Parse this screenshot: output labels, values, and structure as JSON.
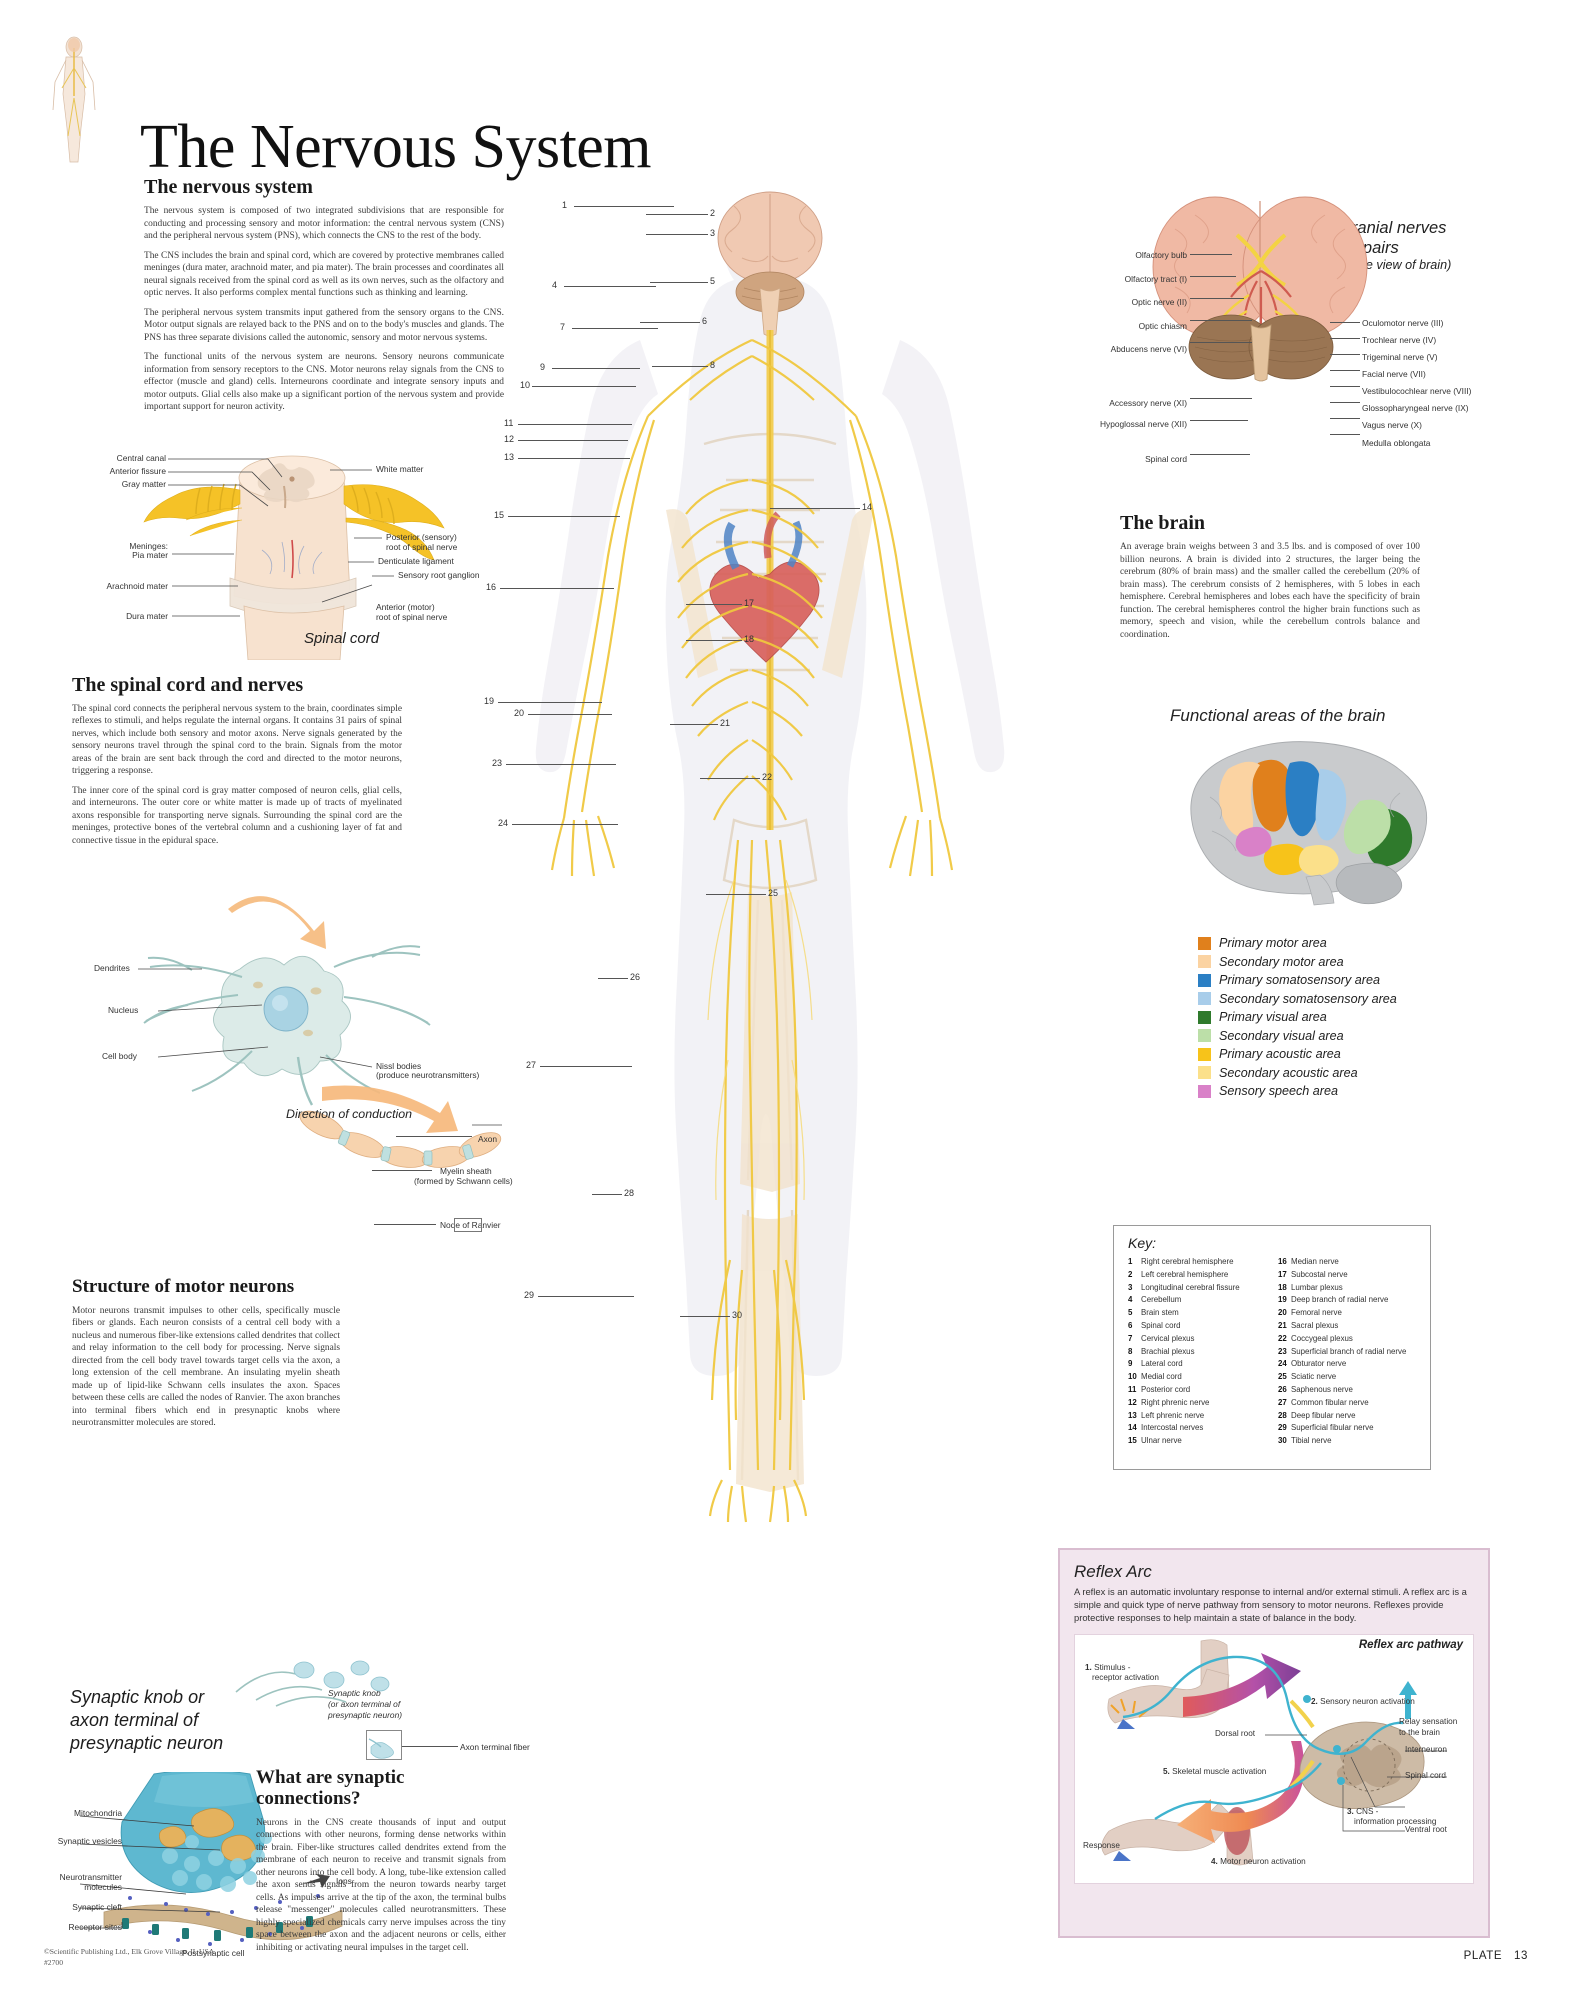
{
  "poster": {
    "title": "The Nervous System",
    "footer_credit": "©Scientific Publishing Ltd., Elk Grove Village, IL  USA",
    "footer_code": "#2700",
    "plate_label": "PLATE",
    "plate_number": "13"
  },
  "nervous_system": {
    "heading": "The nervous system",
    "p1": "The nervous system is composed of two integrated subdivisions that are responsible for conducting and processing sensory and motor information: the central nervous system (CNS) and the peripheral nervous system (PNS), which connects the CNS to the rest of the body.",
    "p2": "The CNS includes the brain and spinal cord, which are covered by protective membranes called meninges (dura mater, arachnoid mater, and pia mater). The brain processes and coordinates all neural signals received from the spinal cord as well as its own nerves, such as the olfactory and optic nerves. It also performs complex mental functions such as thinking and learning.",
    "p3": "The peripheral nervous system transmits input gathered from the sensory organs to the CNS. Motor output signals are relayed back to the PNS and on to the body's muscles and glands. The PNS has three separate divisions called the autonomic, sensory and motor nervous systems.",
    "p4": "The functional units of the nervous system are neurons. Sensory neurons communicate information from sensory receptors to the CNS. Motor neurons relay signals from the CNS to effector (muscle and gland) cells. Interneurons coordinate and integrate sensory inputs and motor outputs. Glial cells also make up a significant portion of the nervous system and provide important support for neuron activity."
  },
  "spinal_cord_figure": {
    "caption": "Spinal cord",
    "labels_left": [
      "Central canal",
      "Anterior fissure",
      "Gray matter",
      "Meninges:",
      "Pia mater",
      "Arachnoid mater",
      "Dura mater"
    ],
    "labels_right": [
      "White matter",
      "Posterior (sensory)",
      "root of spinal nerve",
      "Denticulate ligament",
      "Sensory root ganglion",
      "Anterior (motor)",
      "root of spinal nerve"
    ]
  },
  "spinal_cord_text": {
    "heading": "The spinal cord and nerves",
    "p1": "The spinal cord connects the peripheral nervous system to the brain, coordinates simple reflexes to stimuli, and helps regulate the internal organs. It contains 31 pairs of spinal nerves, which include both sensory and motor axons. Nerve signals generated by the sensory neurons travel through the spinal cord to the brain. Signals from the motor areas of the brain are sent back through the cord and directed to the motor neurons, triggering a response.",
    "p2": "The inner core of the spinal cord is gray matter composed of neuron cells, glial cells, and interneurons. The outer core or white matter is made up of tracts of myelinated axons responsible for transporting nerve signals. Surrounding the spinal cord are the meninges, protective bones of the vertebral column and a cushioning layer of fat and connective tissue in the epidural space."
  },
  "neuron_figure": {
    "labels": [
      "Dendrites",
      "Nucleus",
      "Cell body",
      "Nissl bodies",
      "(produce neurotransmitters)",
      "Axon",
      "Myelin sheath",
      "(formed by Schwann cells)",
      "Node of Ranvier"
    ],
    "direction_caption": "Direction of conduction"
  },
  "motor_neurons": {
    "heading": "Structure of motor neurons",
    "p1": "Motor neurons transmit impulses to other cells, specifically muscle fibers or glands. Each neuron consists of a central cell body with a nucleus and numerous fiber-like extensions called dendrites that collect and relay information to the cell body for processing. Nerve signals directed from the cell body travel towards target cells via the axon, a long extension of the cell membrane. An insulating myelin sheath made up of lipid-like Schwann cells insulates the axon. Spaces between these cells are called the nodes of Ranvier. The axon branches into terminal fibers which end in presynaptic knobs where neurotransmitter molecules are stored."
  },
  "synapse_figure": {
    "title_line1": "Synaptic knob or",
    "title_line2": "axon terminal of",
    "title_line3": "presynaptic neuron",
    "inset_line1": "Synaptic knob",
    "inset_line2": "(or axon terminal of",
    "inset_line3": "presynaptic neuron)",
    "axon_terminal_fiber": "Axon terminal fiber",
    "labels": [
      "Mitochondria",
      "Synaptic vesicles",
      "Neurotransmitter",
      "molecules",
      "Synaptic cleft",
      "Receptor sites",
      "Ions",
      "Postsynaptic cell"
    ]
  },
  "synaptic_connections": {
    "heading": "What are synaptic connections?",
    "p1": "Neurons in the CNS create thousands of input and output connections with other neurons, forming dense networks within the brain. Fiber-like structures called dendrites extend from the membrane of each neuron to receive and transmit signals from other neurons into the cell body. A long, tube-like extension called the axon sends signals from the neuron towards nearby target cells. As impulses arrive at the tip of the axon, the terminal bulbs release \"messenger\" molecules called neurotransmitters. These highly specialized chemicals carry nerve impulses across the tiny space between the axon and the adjacent neurons or cells, either inhibiting or activating neural impulses in the target cell."
  },
  "cranial_nerves": {
    "title_line1": "Cranial nerves",
    "title_line2": "12 pairs",
    "subtitle": "(Base view of brain)",
    "labels_left": [
      "Olfactory bulb",
      "Olfactory tract (I)",
      "Optic nerve (II)",
      "Optic chiasm",
      "Abducens nerve (VI)",
      "Accessory nerve (XI)",
      "Hypoglossal nerve (XII)",
      "Spinal cord"
    ],
    "labels_right": [
      "Oculomotor nerve (III)",
      "Trochlear nerve (IV)",
      "Trigeminal nerve (V)",
      "Facial nerve (VII)",
      "Vestibulocochlear nerve (VIII)",
      "Glossopharyngeal nerve (IX)",
      "Vagus nerve (X)",
      "Medulla oblongata"
    ]
  },
  "brain_text": {
    "heading": "The brain",
    "p1": "An average brain weighs between 3 and 3.5 lbs. and is composed of over 100 billion neurons. A brain is divided into 2 structures, the larger being the cerebrum (80% of brain mass) and the smaller called the cerebellum (20% of brain mass). The cerebrum consists of 2 hemispheres, with 5 lobes in each hemisphere. Cerebral hemispheres and lobes each have the specificity of brain function. The cerebral hemispheres control the higher brain functions such as memory, speech and vision, while the cerebellum controls balance and coordination."
  },
  "functional_areas": {
    "heading": "Functional areas of the brain",
    "legend": [
      {
        "label": "Primary motor area",
        "color": "#e0801c"
      },
      {
        "label": "Secondary motor area",
        "color": "#fbd3a2"
      },
      {
        "label": "Primary somatosensory area",
        "color": "#2b7fc4"
      },
      {
        "label": "Secondary somatosensory area",
        "color": "#a8cdea"
      },
      {
        "label": "Primary visual area",
        "color": "#2f7a2c"
      },
      {
        "label": "Secondary visual area",
        "color": "#bcdfa8"
      },
      {
        "label": "Primary acoustic area",
        "color": "#f7c31a"
      },
      {
        "label": "Secondary acoustic area",
        "color": "#fbe08a"
      },
      {
        "label": "Sensory speech area",
        "color": "#d981c8"
      }
    ]
  },
  "key": {
    "title": "Key:",
    "column_a": [
      {
        "n": "1",
        "label": "Right cerebral hemisphere"
      },
      {
        "n": "2",
        "label": "Left cerebral hemisphere"
      },
      {
        "n": "3",
        "label": "Longitudinal cerebral fissure"
      },
      {
        "n": "4",
        "label": "Cerebellum"
      },
      {
        "n": "5",
        "label": "Brain stem"
      },
      {
        "n": "6",
        "label": "Spinal cord"
      },
      {
        "n": "7",
        "label": "Cervical plexus"
      },
      {
        "n": "8",
        "label": "Brachial plexus"
      },
      {
        "n": "9",
        "label": "Lateral cord"
      },
      {
        "n": "10",
        "label": "Medial cord"
      },
      {
        "n": "11",
        "label": "Posterior cord"
      },
      {
        "n": "12",
        "label": "Right phrenic nerve"
      },
      {
        "n": "13",
        "label": "Left phrenic nerve"
      },
      {
        "n": "14",
        "label": "Intercostal nerves"
      },
      {
        "n": "15",
        "label": "Ulnar nerve"
      }
    ],
    "column_b": [
      {
        "n": "16",
        "label": "Median nerve"
      },
      {
        "n": "17",
        "label": "Subcostal nerve"
      },
      {
        "n": "18",
        "label": "Lumbar plexus"
      },
      {
        "n": "19",
        "label": "Deep branch of radial nerve"
      },
      {
        "n": "20",
        "label": "Femoral nerve"
      },
      {
        "n": "21",
        "label": "Sacral plexus"
      },
      {
        "n": "22",
        "label": "Coccygeal plexus"
      },
      {
        "n": "23",
        "label": "Superficial branch of radial nerve"
      },
      {
        "n": "24",
        "label": "Obturator nerve"
      },
      {
        "n": "25",
        "label": "Sciatic nerve"
      },
      {
        "n": "26",
        "label": "Saphenous nerve"
      },
      {
        "n": "27",
        "label": "Common fibular nerve"
      },
      {
        "n": "28",
        "label": "Deep fibular nerve"
      },
      {
        "n": "29",
        "label": "Superficial fibular nerve"
      },
      {
        "n": "30",
        "label": "Tibial nerve"
      }
    ]
  },
  "body_callouts": {
    "left": [
      "1",
      "4",
      "7",
      "9",
      "10",
      "11",
      "12",
      "13",
      "15",
      "16",
      "19",
      "20",
      "23",
      "24",
      "27",
      "29"
    ],
    "right": [
      "2",
      "3",
      "5",
      "6",
      "8",
      "14",
      "17",
      "18",
      "21",
      "22",
      "25",
      "26",
      "28",
      "30"
    ]
  },
  "reflex_arc": {
    "heading": "Reflex Arc",
    "intro": "A reflex is an automatic involuntary response to internal and/or external stimuli. A reflex arc is a simple and quick type of nerve pathway from sensory to motor neurons. Reflexes provide protective responses to help maintain a state of balance in the body.",
    "figure_title": "Reflex arc pathway",
    "steps": [
      {
        "n": "1.",
        "line1": "Stimulus -",
        "line2": "receptor activation"
      },
      {
        "n": "2.",
        "line1": "Sensory neuron activation",
        "line2": ""
      },
      {
        "n": "3.",
        "line1": "CNS -",
        "line2": "information processing"
      },
      {
        "n": "4.",
        "line1": "Motor neuron activation",
        "line2": ""
      },
      {
        "n": "5.",
        "line1": "Skeletal muscle activation",
        "line2": ""
      }
    ],
    "labels": [
      "Dorsal root",
      "Relay sensation",
      "to the brain",
      "Interneuron",
      "Spinal cord",
      "Ventral root",
      "Response"
    ]
  }
}
